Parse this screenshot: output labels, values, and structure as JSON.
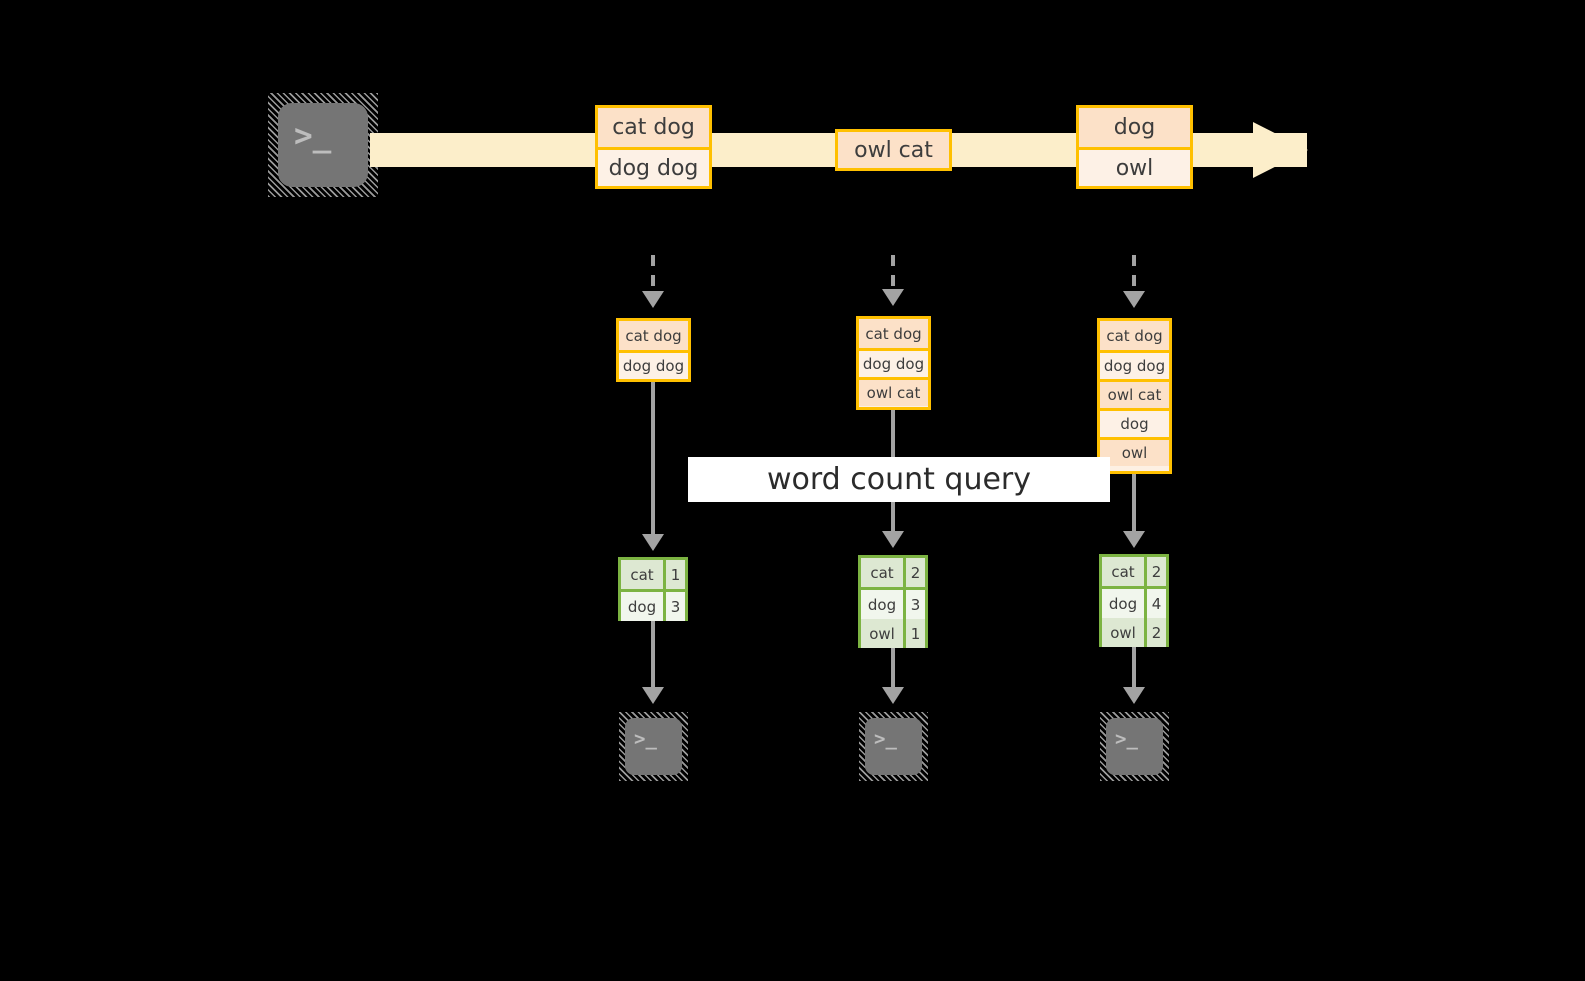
{
  "diagram": {
    "title": "word count query",
    "colors": {
      "background": "#000000",
      "stream_bar": "#fceeca",
      "record_border": "#ffc000",
      "record_fill_dark": "#fce1c8",
      "record_fill_light": "#fdf1e6",
      "result_border": "#7cb342",
      "result_fill_dark": "#dde8d2",
      "result_fill_light": "#f1f6ed",
      "arrow_gray": "#a3a3a3",
      "terminal_fill": "#757575",
      "band_fill": "#ffffff"
    }
  },
  "stream": {
    "source_terminal": {
      "icon": "terminal-icon",
      "prompt": ">_"
    },
    "events": [
      {
        "id": "event-1",
        "lines": [
          {
            "text": "cat dog",
            "shade": "dark"
          },
          {
            "text": "dog dog",
            "shade": "light"
          }
        ]
      },
      {
        "id": "event-2",
        "lines": [
          {
            "text": "owl cat",
            "shade": "dark"
          }
        ]
      },
      {
        "id": "event-3",
        "lines": [
          {
            "text": "dog",
            "shade": "dark"
          },
          {
            "text": "owl",
            "shade": "light"
          }
        ]
      }
    ]
  },
  "snapshots": [
    {
      "id": "snapshot-1",
      "input_lines": [
        {
          "text": "cat dog",
          "shade": "dark"
        },
        {
          "text": "dog dog",
          "shade": "light"
        }
      ],
      "result_rows": [
        {
          "word": "cat",
          "count": "1",
          "shade": "dark"
        },
        {
          "word": "dog",
          "count": "3",
          "shade": "light"
        }
      ],
      "sink_terminal": {
        "icon": "terminal-icon",
        "prompt": ">_"
      }
    },
    {
      "id": "snapshot-2",
      "input_lines": [
        {
          "text": "cat dog",
          "shade": "dark"
        },
        {
          "text": "dog dog",
          "shade": "light"
        },
        {
          "text": "owl cat",
          "shade": "dark"
        }
      ],
      "result_rows": [
        {
          "word": "cat",
          "count": "2",
          "shade": "dark"
        },
        {
          "word": "dog",
          "count": "3",
          "shade": "light"
        },
        {
          "word": "owl",
          "count": "1",
          "shade": "dark"
        }
      ],
      "sink_terminal": {
        "icon": "terminal-icon",
        "prompt": ">_"
      }
    },
    {
      "id": "snapshot-3",
      "input_lines": [
        {
          "text": "cat dog",
          "shade": "dark"
        },
        {
          "text": "dog dog",
          "shade": "light"
        },
        {
          "text": "owl cat",
          "shade": "dark"
        },
        {
          "text": "dog",
          "shade": "light"
        },
        {
          "text": "owl",
          "shade": "dark"
        }
      ],
      "result_rows": [
        {
          "word": "cat",
          "count": "2",
          "shade": "dark"
        },
        {
          "word": "dog",
          "count": "4",
          "shade": "light"
        },
        {
          "word": "owl",
          "count": "2",
          "shade": "dark"
        }
      ],
      "sink_terminal": {
        "icon": "terminal-icon",
        "prompt": ">_"
      }
    }
  ],
  "query_band": {
    "label": "word count query"
  }
}
